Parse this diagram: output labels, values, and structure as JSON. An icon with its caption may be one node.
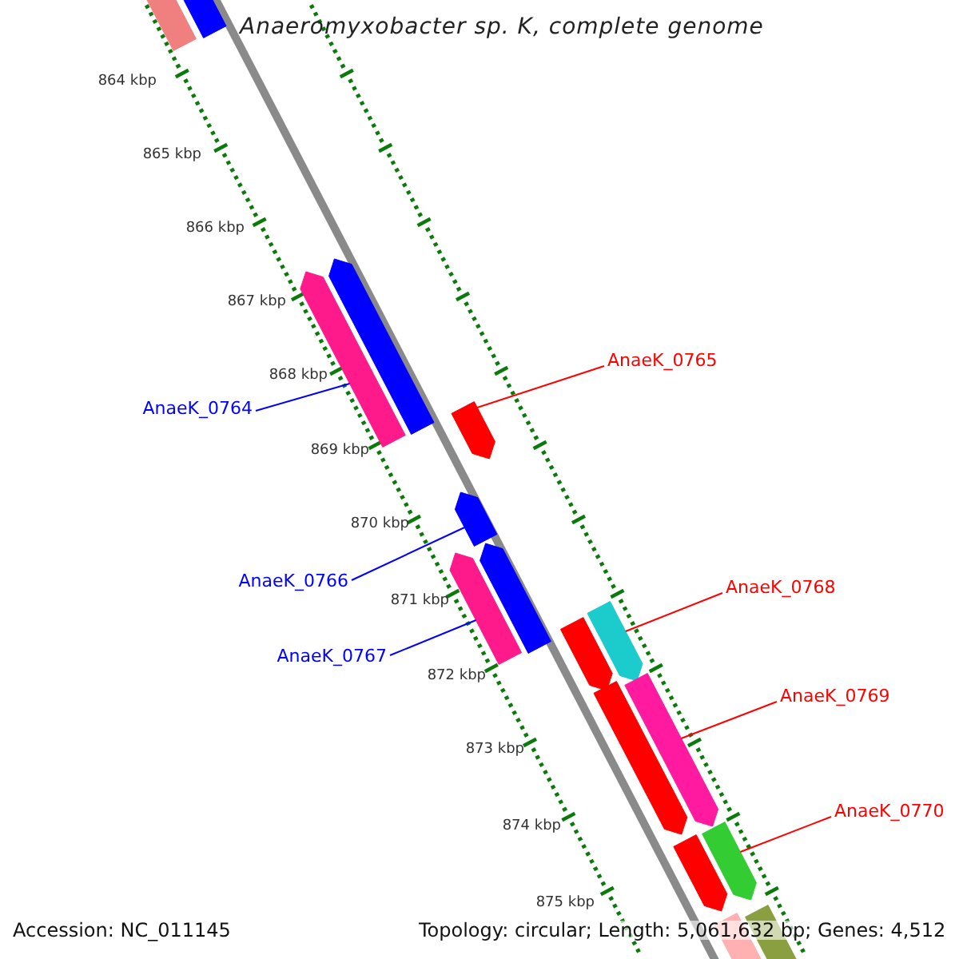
{
  "diagram": {
    "title": "Anaeromyxobacter sp. K, complete genome",
    "nodes": [
      {
        "text": [
          "AnaeK_0764"
        ]
      },
      {
        "text": [
          "AnaeK_0765"
        ]
      },
      {
        "text": [
          "AnaeK_0766"
        ]
      },
      {
        "text": [
          "AnaeK_0767"
        ]
      },
      {
        "text": [
          "AnaeK_0768"
        ]
      },
      {
        "text": [
          "AnaeK_0769"
        ]
      },
      {
        "text": [
          "AnaeK_0770"
        ]
      },
      {
        "text": [],
        "shape": "bar"
      },
      {
        "text": [],
        "shape": "bar"
      },
      {
        "text": [],
        "shape": "bar"
      },
      {
        "text": [],
        "shape": "bar"
      },
      {
        "text": [],
        "shape": "bar"
      },
      {
        "text": [],
        "shape": "bar"
      },
      {
        "text": [],
        "shape": "bar"
      },
      {
        "text": [],
        "shape": "bar"
      },
      {
        "text": [],
        "shape": "bar"
      },
      {
        "text": [],
        "shape": "bar"
      },
      {
        "text": [],
        "shape": "bar"
      },
      {
        "text": [],
        "shape": "bar"
      },
      {
        "text": [],
        "shape": "bar"
      },
      {
        "text": [],
        "shape": "bar"
      },
      {
        "text": [],
        "shape": "bar"
      },
      {
        "text": [],
        "shape": "bar"
      }
    ],
    "edges": [
      {
        "from": 0,
        "to": 10,
        "arrow": "none",
        "color": "#0000ff"
      },
      {
        "from": 1,
        "to": 11,
        "arrow": "none"
      },
      {
        "from": 2,
        "to": 12,
        "arrow": "none",
        "color": "#0000ff"
      },
      {
        "from": 3,
        "to": 14,
        "arrow": "none",
        "color": "#0000ff"
      },
      {
        "from": 4,
        "to": 15,
        "arrow": "none"
      },
      {
        "from": 5,
        "to": 17,
        "arrow": "none"
      },
      {
        "from": 6,
        "to": 19,
        "arrow": "none"
      }
    ],
    "labels": [
      "864 kbp",
      "865 kbp",
      "866 kbp",
      "867 kbp",
      "868 kbp",
      "869 kbp",
      "870 kbp",
      "871 kbp",
      "872 kbp",
      "873 kbp",
      "874 kbp",
      "875 kbp",
      "Accession: NC_011145",
      "Topology: circular; Length: 5,061,632 bp; Genes: 4,512"
    ]
  }
}
